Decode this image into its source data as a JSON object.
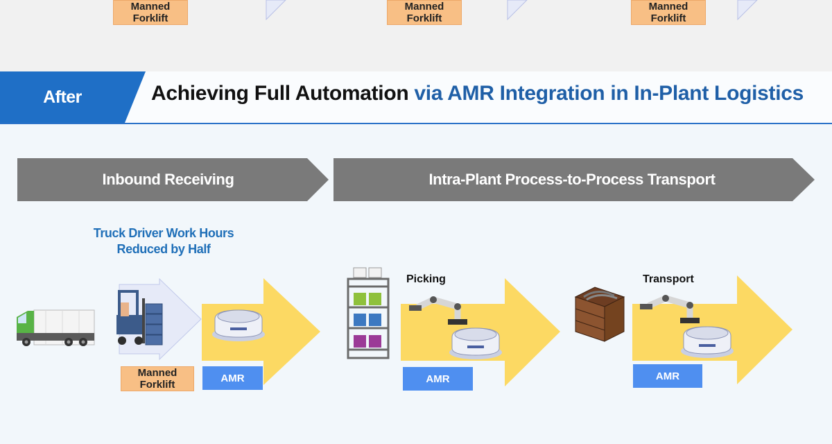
{
  "before_section": {
    "forklift_tags": [
      "Manned\nForklift",
      "Manned\nForklift",
      "Manned\nForklift"
    ]
  },
  "header": {
    "tab_label": "After",
    "headline_dark": "Achieving Full Automation ",
    "headline_blue": "via AMR Integration in In-Plant Logistics"
  },
  "stages": [
    {
      "label": "Inbound Receiving"
    },
    {
      "label": "Intra-Plant Process-to-Process Transport"
    }
  ],
  "inbound": {
    "note_line1": "Truck Driver Work Hours",
    "note_line2": "Reduced by Half",
    "forklift_tag_line1": "Manned",
    "forklift_tag_line2": "Forklift",
    "amr_tag": "AMR"
  },
  "picking": {
    "label": "Picking",
    "amr_tag": "AMR"
  },
  "transport": {
    "label": "Transport",
    "amr_tag": "AMR"
  },
  "colors": {
    "accent_blue": "#1f6fc6",
    "headline_blue": "#1f5fa7",
    "stage_arrow_gray": "#7a7a7a",
    "flow_arrow_yellow": "#fcd963",
    "forklift_tag_orange": "#f8bf85",
    "amr_tag_blue": "#4f8ff0"
  }
}
